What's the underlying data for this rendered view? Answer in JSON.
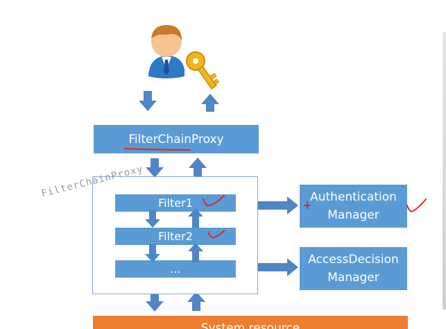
{
  "colors": {
    "box_blue": "#5b9bd5",
    "arrow_blue": "#4f86c6",
    "system_orange": "#ed7d31",
    "annotation_red": "#e8261c"
  },
  "user": {
    "icon": "user-with-key-icon"
  },
  "filter_chain_proxy": {
    "label": "FilterChainProxy"
  },
  "filters": [
    {
      "label": "Filter1"
    },
    {
      "label": "Filter2"
    },
    {
      "label": "..."
    }
  ],
  "watermark": {
    "text": "FilterChainProxy"
  },
  "authentication_manager": {
    "line1": "Authentication",
    "line2": "Manager"
  },
  "access_decision_manager": {
    "line1": "AccessDecision",
    "line2": "Manager"
  },
  "system_resource": {
    "label": "System resource"
  }
}
